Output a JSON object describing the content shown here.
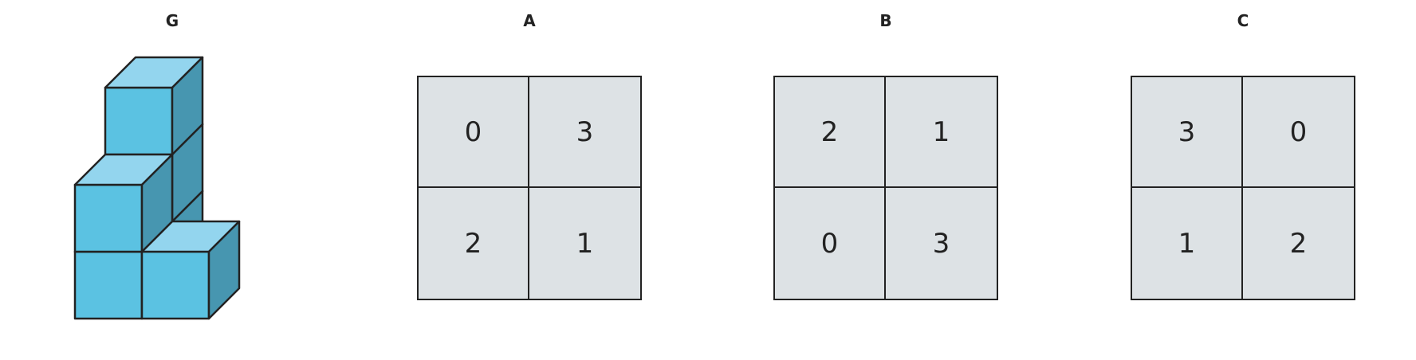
{
  "figure": {
    "figure_label": "G",
    "colors": {
      "front": "#5bc2e2",
      "top": "#93d5ee",
      "side": "#4796b0",
      "stroke": "#222222",
      "cell_bg": "#dde2e5"
    },
    "column_heights": [
      [
        2,
        1
      ],
      [
        3,
        0
      ]
    ],
    "options": [
      {
        "label": "A",
        "cells": [
          "0",
          "3",
          "2",
          "1"
        ]
      },
      {
        "label": "B",
        "cells": [
          "2",
          "1",
          "0",
          "3"
        ]
      },
      {
        "label": "C",
        "cells": [
          "3",
          "0",
          "1",
          "2"
        ]
      }
    ]
  }
}
